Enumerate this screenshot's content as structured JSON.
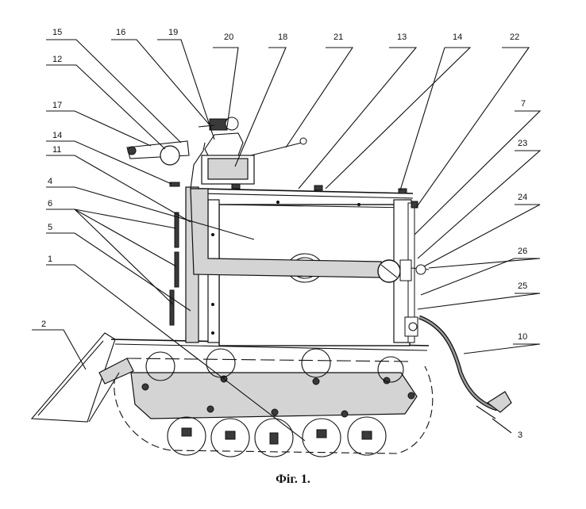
{
  "caption": "Фіг. 1.",
  "callouts": [
    "15",
    "16",
    "19",
    "20",
    "18",
    "21",
    "13",
    "14",
    "22",
    "12",
    "17",
    "14",
    "11",
    "4",
    "6",
    "5",
    "1",
    "2",
    "7",
    "23",
    "24",
    "26",
    "25",
    "10",
    "3"
  ]
}
